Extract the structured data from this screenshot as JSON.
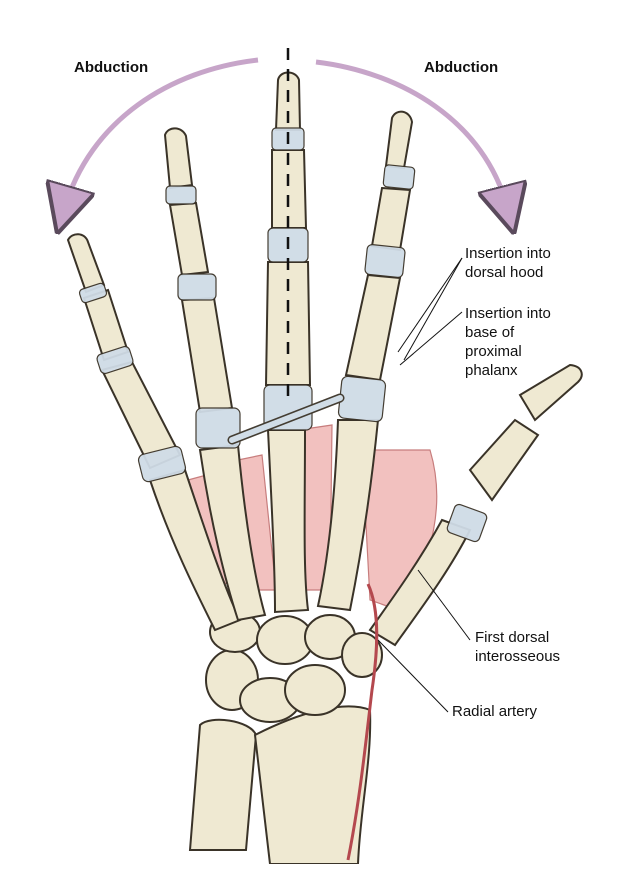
{
  "labels": {
    "abduction_left": "Abduction",
    "abduction_right": "Abduction",
    "dorsal_hood": "Insertion into\ndorsal hood",
    "base_proximal_phalanx": "Insertion into\nbase of\nproximal\nphalanx",
    "first_dorsal_interosseous": "First dorsal\ninterosseous",
    "radial_artery": "Radial artery"
  },
  "colors": {
    "bone_fill": "#efe9d2",
    "bone_stroke": "#3a3328",
    "muscle": "#f2c1bf",
    "muscle_stroke": "#c77d7d",
    "joint_capsule": "#cfdce6",
    "arrow": "#c7a5c9",
    "artery": "#b4484e"
  },
  "icons": {
    "arrow_left": "curved-arrow-icon",
    "arrow_right": "curved-arrow-icon",
    "axis": "dashed-axis-line"
  }
}
